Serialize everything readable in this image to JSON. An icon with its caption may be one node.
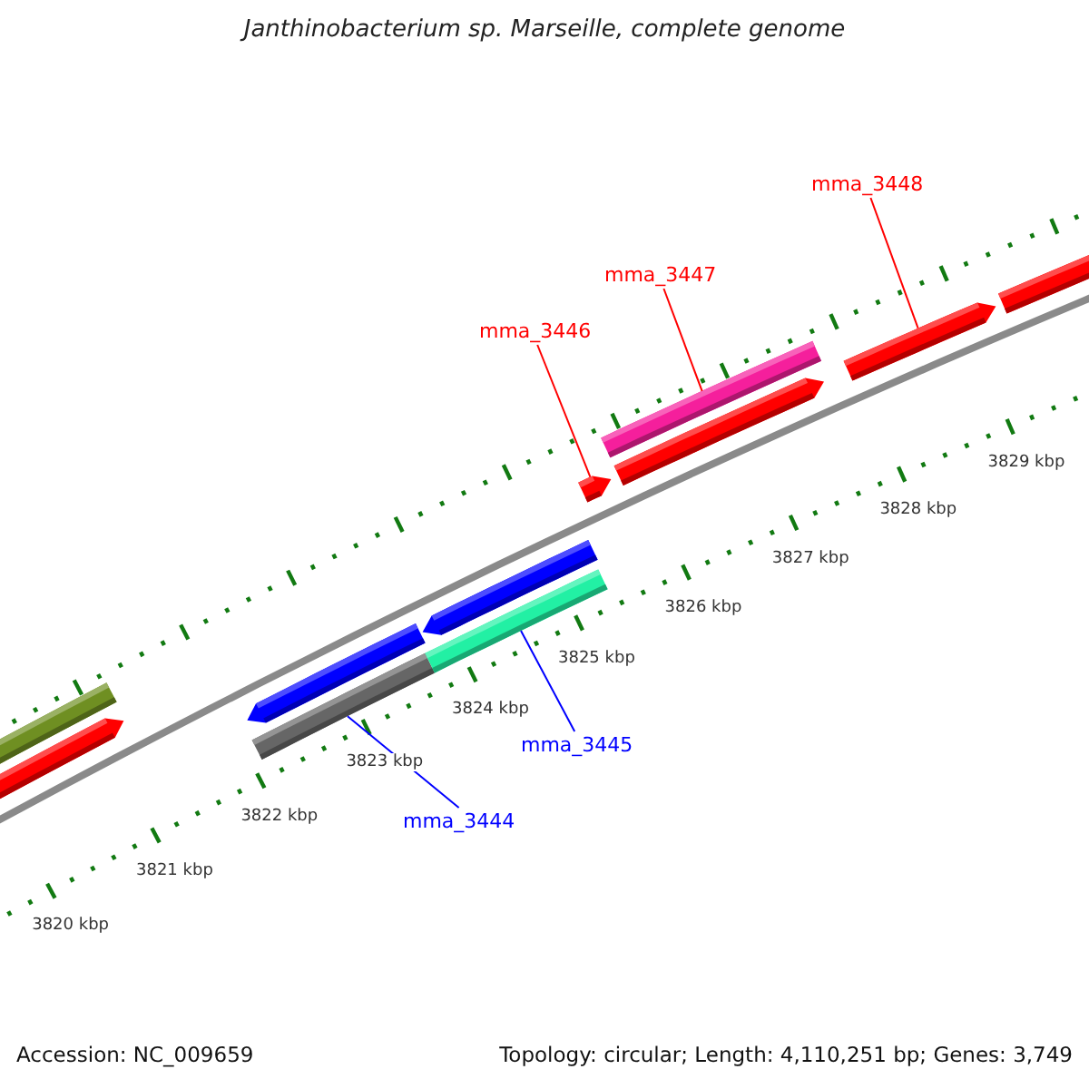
{
  "diagram": {
    "title": "Janthinobacterium sp. Marseille, complete genome",
    "nodes": [
      {
        "text": [
          "mma_3448"
        ]
      },
      {
        "text": [
          "mma_3447"
        ]
      },
      {
        "text": [
          "mma_3446"
        ]
      },
      {
        "text": [],
        "shape": "bar"
      },
      {
        "text": [],
        "shape": "arrow"
      },
      {
        "text": [],
        "shape": "arrow"
      },
      {
        "text": [],
        "shape": "bar"
      },
      {
        "text": [],
        "shape": "arrow"
      },
      {
        "text": [],
        "shape": "bar"
      },
      {
        "text": [],
        "shape": "arrow"
      },
      {
        "text": [],
        "shape": "bar"
      },
      {
        "text": [],
        "shape": "arrow"
      },
      {
        "text": [],
        "shape": "arrow"
      },
      {
        "text": [],
        "shape": "bar"
      },
      {
        "text": [
          "mma_3445"
        ]
      },
      {
        "text": [
          "mma_3444"
        ]
      }
    ],
    "edges": [
      {
        "from": 2,
        "to": 9,
        "arrow": "none"
      },
      {
        "from": 1,
        "to": 10,
        "arrow": "none"
      },
      {
        "from": 0,
        "to": 12,
        "arrow": "none"
      },
      {
        "from": 14,
        "to": 8,
        "arrow": "none",
        "color": "#0000ff"
      },
      {
        "from": 15,
        "to": 6,
        "arrow": "none",
        "color": "#0000ff"
      }
    ],
    "labels": [
      "3820 kbp",
      "3821 kbp",
      "3822 kbp",
      "3823 kbp",
      "3824 kbp",
      "3825 kbp",
      "3826 kbp",
      "3827 kbp",
      "3828 kbp",
      "3829 kbp",
      "Accession: NC_009659",
      "Topology: circular; Length: 4,110,251 bp; Genes: 3,749"
    ]
  }
}
